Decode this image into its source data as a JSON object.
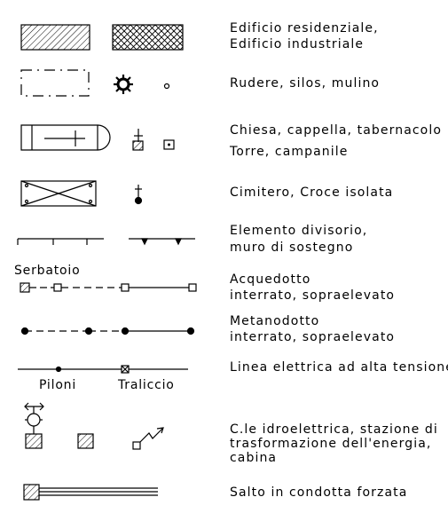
{
  "entries": [
    {
      "id": "edifici",
      "lines": [
        "Edificio residenziale,",
        "Edificio industriale"
      ]
    },
    {
      "id": "rudere",
      "lines": [
        "Rudere, silos, mulino"
      ]
    },
    {
      "id": "chiesa",
      "lines": [
        "Chiesa, cappella, tabernacolo"
      ]
    },
    {
      "id": "torre",
      "lines": [
        "Torre, campanile"
      ]
    },
    {
      "id": "cimitero",
      "lines": [
        "Cimitero, Croce isolata"
      ]
    },
    {
      "id": "divisorio",
      "lines": [
        "Elemento divisorio,",
        "muro di sostegno"
      ]
    },
    {
      "id": "acquedotto",
      "lines": [
        "Acquedotto",
        "interrato, sopraelevato"
      ]
    },
    {
      "id": "metanodotto",
      "lines": [
        "Metanodotto",
        "interrato, sopraelevato"
      ]
    },
    {
      "id": "linea-elettrica",
      "lines": [
        "Linea elettrica ad alta tensione"
      ]
    },
    {
      "id": "centrale",
      "lines": [
        "C.le idroelettrica, stazione di",
        "trasformazione dell'energia,",
        "cabina"
      ]
    },
    {
      "id": "salto",
      "lines": [
        "Salto in condotta forzata"
      ]
    }
  ],
  "symbol_labels": {
    "serbatoio": "Serbatoio",
    "piloni": "Piloni",
    "traliccio": "Traliccio"
  },
  "icons": [
    "residential-hatch-icon",
    "industrial-crosshatch-icon",
    "ruin-outline-icon",
    "silo-gear-icon",
    "mill-circle-icon",
    "church-icon",
    "chapel-icon",
    "tabernacle-icon",
    "cemetery-icon",
    "isolated-cross-icon",
    "power-station-icon",
    "substation-icon",
    "cabin-icon",
    "penstock-icon"
  ]
}
